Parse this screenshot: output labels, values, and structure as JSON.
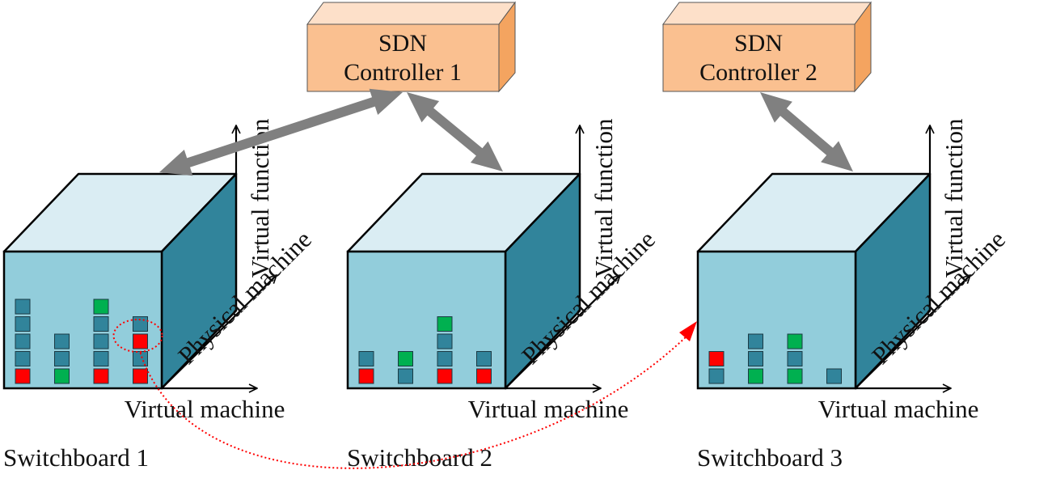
{
  "colors": {
    "cube_front": "#92cddb",
    "cube_top": "#daedf3",
    "cube_side": "#31849b",
    "controller_front": "#fac090",
    "controller_top": "#fde0c9",
    "controller_side": "#f4a460",
    "link_arrow": "#808080",
    "migration": "#ff0000",
    "block_teal": "#31849b",
    "block_red": "#ff0000",
    "block_green": "#00b050"
  },
  "controllers": [
    {
      "line1": "SDN",
      "line2": "Controller 1"
    },
    {
      "line1": "SDN",
      "line2": "Controller 2"
    }
  ],
  "axes": {
    "vertical": "Virtual function",
    "diagonal": "Physical machine",
    "horizontal": "Virtual machine"
  },
  "switchboards": [
    {
      "label": "Switchboard 1",
      "controller": 1,
      "columns": [
        [
          "red",
          "teal",
          "teal",
          "teal",
          "teal"
        ],
        [
          "green",
          "teal",
          "teal"
        ],
        [
          "red",
          "teal",
          "teal",
          "teal",
          "green"
        ],
        [
          "red",
          "teal",
          "red",
          "teal"
        ]
      ]
    },
    {
      "label": "Switchboard 2",
      "controller": 1,
      "columns": [
        [
          "red",
          "teal"
        ],
        [
          "teal",
          "green"
        ],
        [
          "red",
          "teal",
          "teal",
          "green"
        ],
        [
          "red",
          "teal"
        ]
      ]
    },
    {
      "label": "Switchboard 3",
      "controller": 2,
      "columns": [
        [
          "teal",
          "red"
        ],
        [
          "green",
          "teal",
          "teal"
        ],
        [
          "green",
          "teal",
          "green"
        ],
        [
          "teal"
        ]
      ]
    }
  ],
  "migration": {
    "from_switchboard": 1,
    "from_column": 4,
    "from_level": 3,
    "to_switchboard": 3,
    "style": "dotted"
  }
}
